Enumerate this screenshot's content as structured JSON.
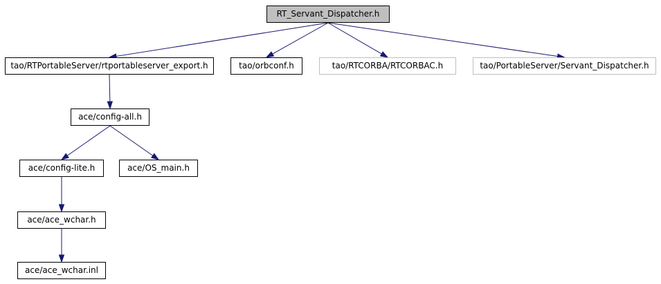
{
  "diagram": {
    "colors": {
      "edge": "#191970",
      "root_fill": "#bfbfbf",
      "node_border": "#000000",
      "external_border": "#bfbfbf"
    },
    "nodes": [
      {
        "id": "rt_servant_dispatcher",
        "label": "RT_Servant_Dispatcher.h",
        "kind": "root"
      },
      {
        "id": "rtportableserver_export",
        "label": "tao/RTPortableServer/rtportableserver_export.h",
        "kind": "linked"
      },
      {
        "id": "orbconf",
        "label": "tao/orbconf.h",
        "kind": "linked"
      },
      {
        "id": "rtcorbac",
        "label": "tao/RTCORBA/RTCORBAC.h",
        "kind": "external"
      },
      {
        "id": "servant_dispatcher",
        "label": "tao/PortableServer/Servant_Dispatcher.h",
        "kind": "external"
      },
      {
        "id": "config_all",
        "label": "ace/config-all.h",
        "kind": "linked"
      },
      {
        "id": "config_lite",
        "label": "ace/config-lite.h",
        "kind": "linked"
      },
      {
        "id": "os_main",
        "label": "ace/OS_main.h",
        "kind": "linked"
      },
      {
        "id": "ace_wchar_h",
        "label": "ace/ace_wchar.h",
        "kind": "linked"
      },
      {
        "id": "ace_wchar_inl",
        "label": "ace/ace_wchar.inl",
        "kind": "linked"
      }
    ],
    "edges": [
      {
        "from": "rt_servant_dispatcher",
        "to": "rtportableserver_export"
      },
      {
        "from": "rt_servant_dispatcher",
        "to": "orbconf"
      },
      {
        "from": "rt_servant_dispatcher",
        "to": "rtcorbac"
      },
      {
        "from": "rt_servant_dispatcher",
        "to": "servant_dispatcher"
      },
      {
        "from": "rtportableserver_export",
        "to": "config_all"
      },
      {
        "from": "config_all",
        "to": "config_lite"
      },
      {
        "from": "config_all",
        "to": "os_main"
      },
      {
        "from": "config_lite",
        "to": "ace_wchar_h"
      },
      {
        "from": "ace_wchar_h",
        "to": "ace_wchar_inl"
      }
    ]
  }
}
